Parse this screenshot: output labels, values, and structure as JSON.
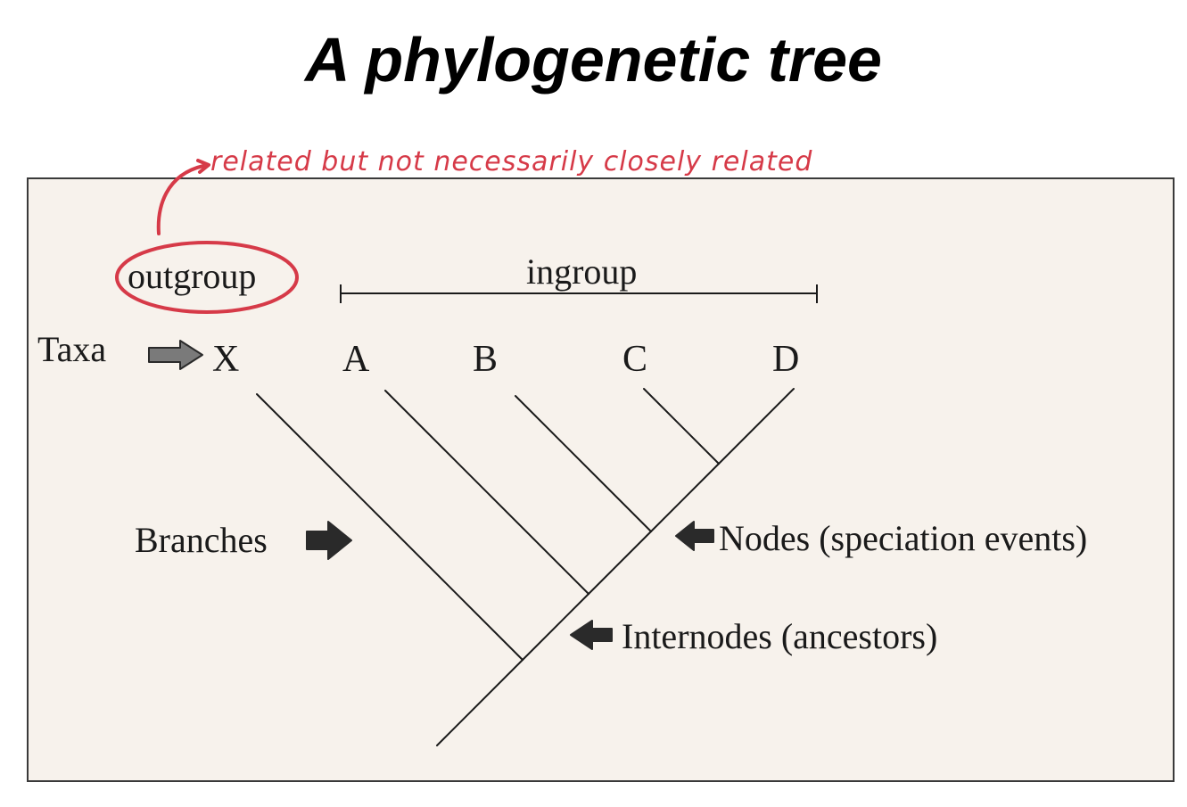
{
  "title": "A phylogenetic tree",
  "annotation": "related but not necessarily closely related",
  "labels": {
    "outgroup": "outgroup",
    "ingroup": "ingroup",
    "taxa": "Taxa",
    "branches": "Branches",
    "nodes": "Nodes (speciation events)",
    "internodes": "Internodes (ancestors)"
  },
  "taxa": [
    "X",
    "A",
    "B",
    "C",
    "D"
  ],
  "colors": {
    "annotation": "#d63a48",
    "panel": "#f7f2ec",
    "lines": "#1a1a1a",
    "arrow": "#2a2a2a"
  }
}
